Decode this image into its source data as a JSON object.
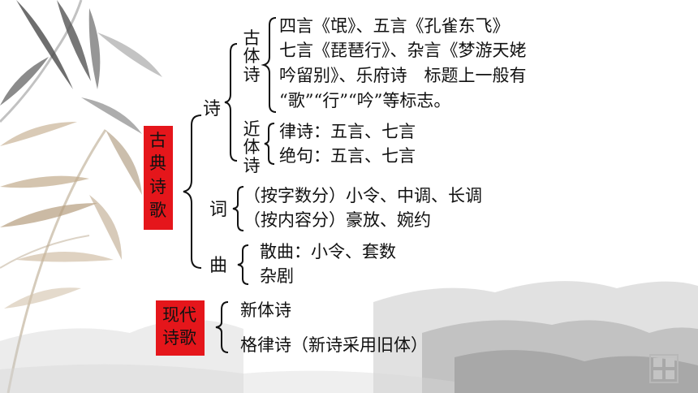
{
  "classical": {
    "title_lines": [
      "古",
      "典",
      "诗",
      "歌"
    ],
    "shi": {
      "label": "诗",
      "gutishi": {
        "label_chars": [
          "古",
          "体",
          "诗"
        ],
        "lines": [
          "四言《氓》、五言《孔雀东飞》",
          "七言《琵琶行》、杂言《梦游天姥",
          "吟留别》、乐府诗　标题上一般有",
          "“歌”“行”“吟”等标志。"
        ]
      },
      "jintishi": {
        "label_chars": [
          "近",
          "体",
          "诗"
        ],
        "lines": [
          "律诗：五言、七言",
          "绝句：五言、七言"
        ]
      }
    },
    "ci": {
      "label": "词",
      "lines": [
        "（按字数分）小令、中调、长调",
        "（按内容分）豪放、婉约"
      ]
    },
    "qu": {
      "label": "曲",
      "lines": [
        "散曲：小令、套数",
        "杂剧"
      ]
    }
  },
  "modern": {
    "title_lines": [
      "现代",
      "诗歌"
    ],
    "lines": [
      "新体诗",
      "格律诗（新诗采用旧体）"
    ]
  },
  "colors": {
    "label_box": "#e5161b",
    "text": "#111111",
    "seal": "#b8b8b8"
  }
}
